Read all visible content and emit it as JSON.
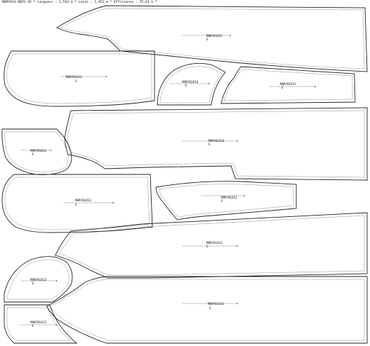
{
  "header": "MARY014:9D2S-92 * Longueur : 1,554 m * Laize : 1,452 m * Efficience : 75,43 % *",
  "pieces": [
    {
      "id": "p1",
      "code": "MARY01412",
      "size": "S"
    },
    {
      "id": "p2",
      "code": "MARY01413",
      "size": "S"
    },
    {
      "id": "p3",
      "code": "MARY01414",
      "size": "S"
    },
    {
      "id": "p4",
      "code": "MARY01411",
      "size": "S"
    },
    {
      "id": "p5",
      "code": "MARY01414",
      "size": "S"
    },
    {
      "id": "p6",
      "code": "MARY01411",
      "size": "S"
    },
    {
      "id": "p7",
      "code": "MARY01413",
      "size": "S"
    },
    {
      "id": "p8",
      "code": "MARY01411",
      "size": "S"
    },
    {
      "id": "p9",
      "code": "MARY01412",
      "size": "S"
    },
    {
      "id": "p10",
      "code": "MARY01411",
      "size": "S"
    },
    {
      "id": "p11",
      "code": "MARY01413",
      "size": "S"
    },
    {
      "id": "p12",
      "code": "MARY01413",
      "size": "S"
    }
  ]
}
